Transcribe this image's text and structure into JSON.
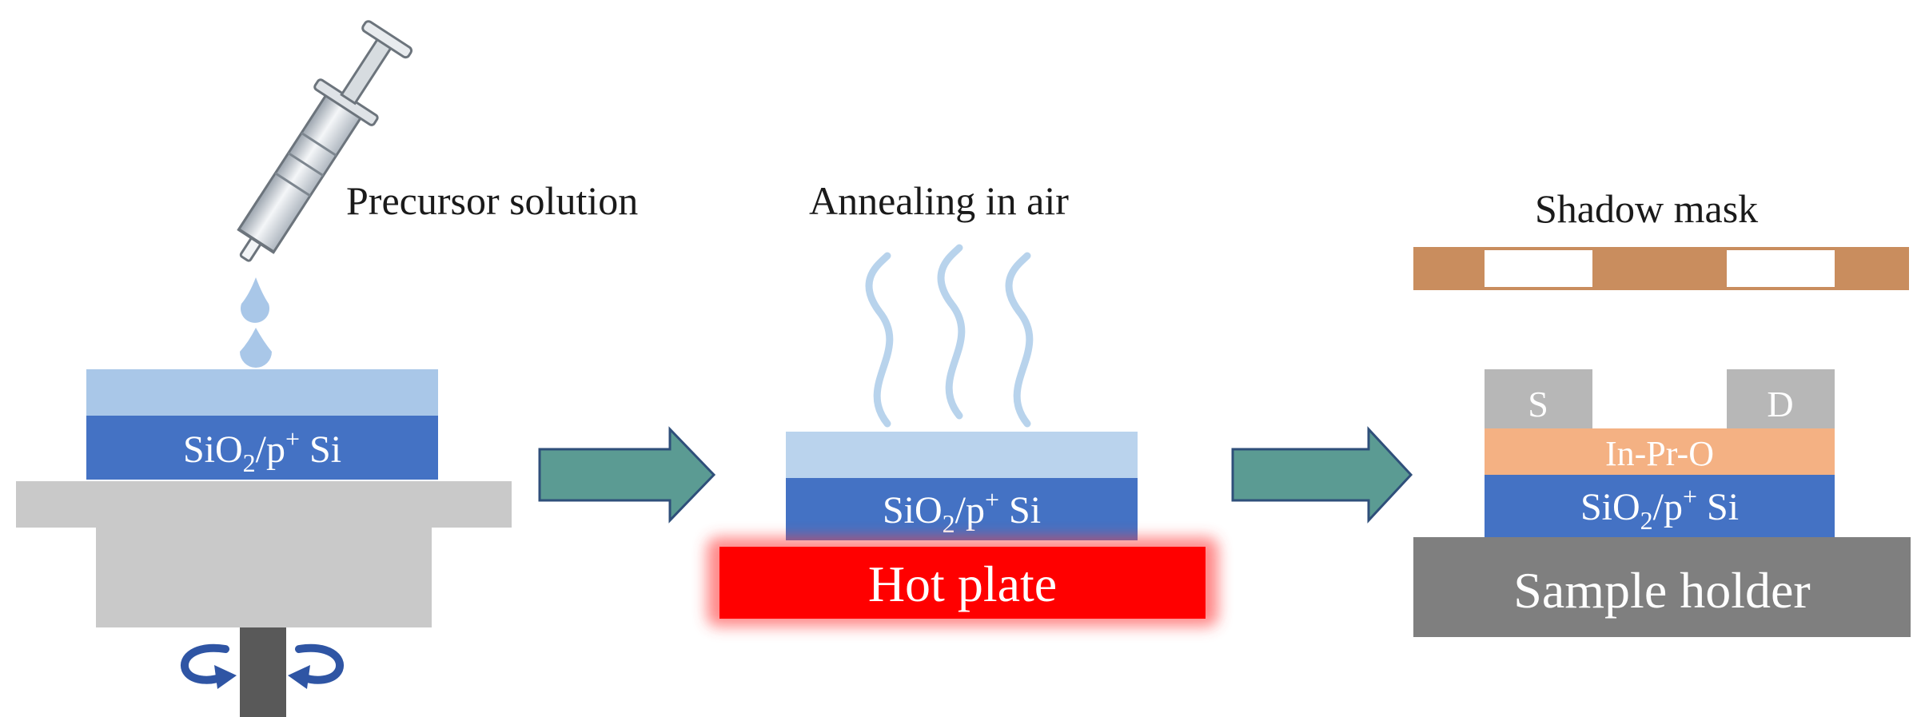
{
  "step1": {
    "caption": "Precursor solution",
    "substrate": {
      "main": "SiO",
      "sub": "2",
      "mid": "/p",
      "sup": "+",
      "tail": " Si"
    }
  },
  "step2": {
    "caption": "Annealing in air",
    "substrate": {
      "main": "SiO",
      "sub": "2",
      "mid": "/p",
      "sup": "+",
      "tail": " Si"
    },
    "heater": "Hot plate"
  },
  "step3": {
    "caption": "Shadow mask",
    "source": "S",
    "drain": "D",
    "channel": "In-Pr-O",
    "substrate": {
      "main": "SiO",
      "sub": "2",
      "mid": "/p",
      "sup": "+",
      "tail": " Si"
    },
    "holder": "Sample holder"
  },
  "colors": {
    "film": "#a9c7e8",
    "substrate": "#4472c4",
    "spinner": "#c9c9c9",
    "arrow": "#5b9b93",
    "arrow_edge": "#2f4f7a",
    "hotplate": "#ff0000",
    "mask": "#c98d5e",
    "electrode": "#b7b7b7",
    "channel": "#f4b183",
    "holder": "#7f7f7f",
    "vapor": "#b8d3ec",
    "rotation": "#2f55a4"
  },
  "icons": [
    "syringe-icon",
    "droplet-icon",
    "rotation-arrow-icon",
    "vapor-icon",
    "process-arrow-icon"
  ]
}
